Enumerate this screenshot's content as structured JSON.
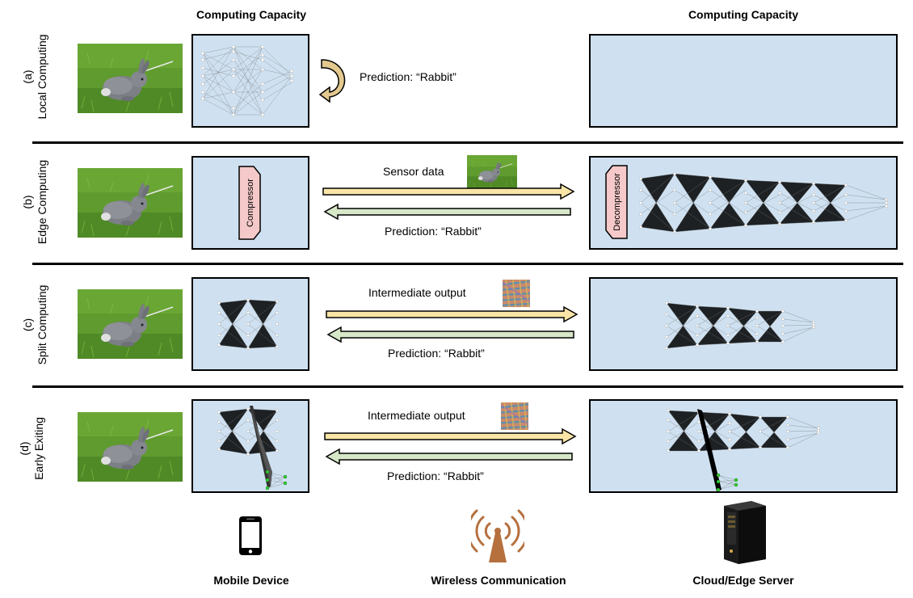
{
  "headers": {
    "left_capacity": "Computing Capacity",
    "right_capacity": "Computing Capacity"
  },
  "rows": [
    {
      "letter": "(a)",
      "name": "Local Computing",
      "top_text": "Prediction: “Rabbit”"
    },
    {
      "letter": "(b)",
      "name": "Edge Computing",
      "top_text": "Sensor data",
      "bottom_text": "Prediction: “Rabbit”",
      "compressor": "Compressor",
      "decompressor": "Decompressor"
    },
    {
      "letter": "(c)",
      "name": "Split Computing",
      "top_text": "Intermediate output",
      "bottom_text": "Prediction: “Rabbit”"
    },
    {
      "letter": "(d)",
      "name": "Early Exiting",
      "top_text": "Intermediate output",
      "bottom_text": "Prediction: “Rabbit”"
    }
  ],
  "footer": {
    "mobile": "Mobile Device",
    "wireless": "Wireless Communication",
    "server": "Cloud/Edge Server"
  },
  "colors": {
    "panel": "#cfe1f1",
    "uplink_arrow": "#f9e5a6",
    "downlink_arrow": "#d7e8c9",
    "loop_arrow": "#e3c98f",
    "compressor_fill": "#f5c9c9",
    "antenna": "#b5703e",
    "exit_node": "#33cc33"
  }
}
